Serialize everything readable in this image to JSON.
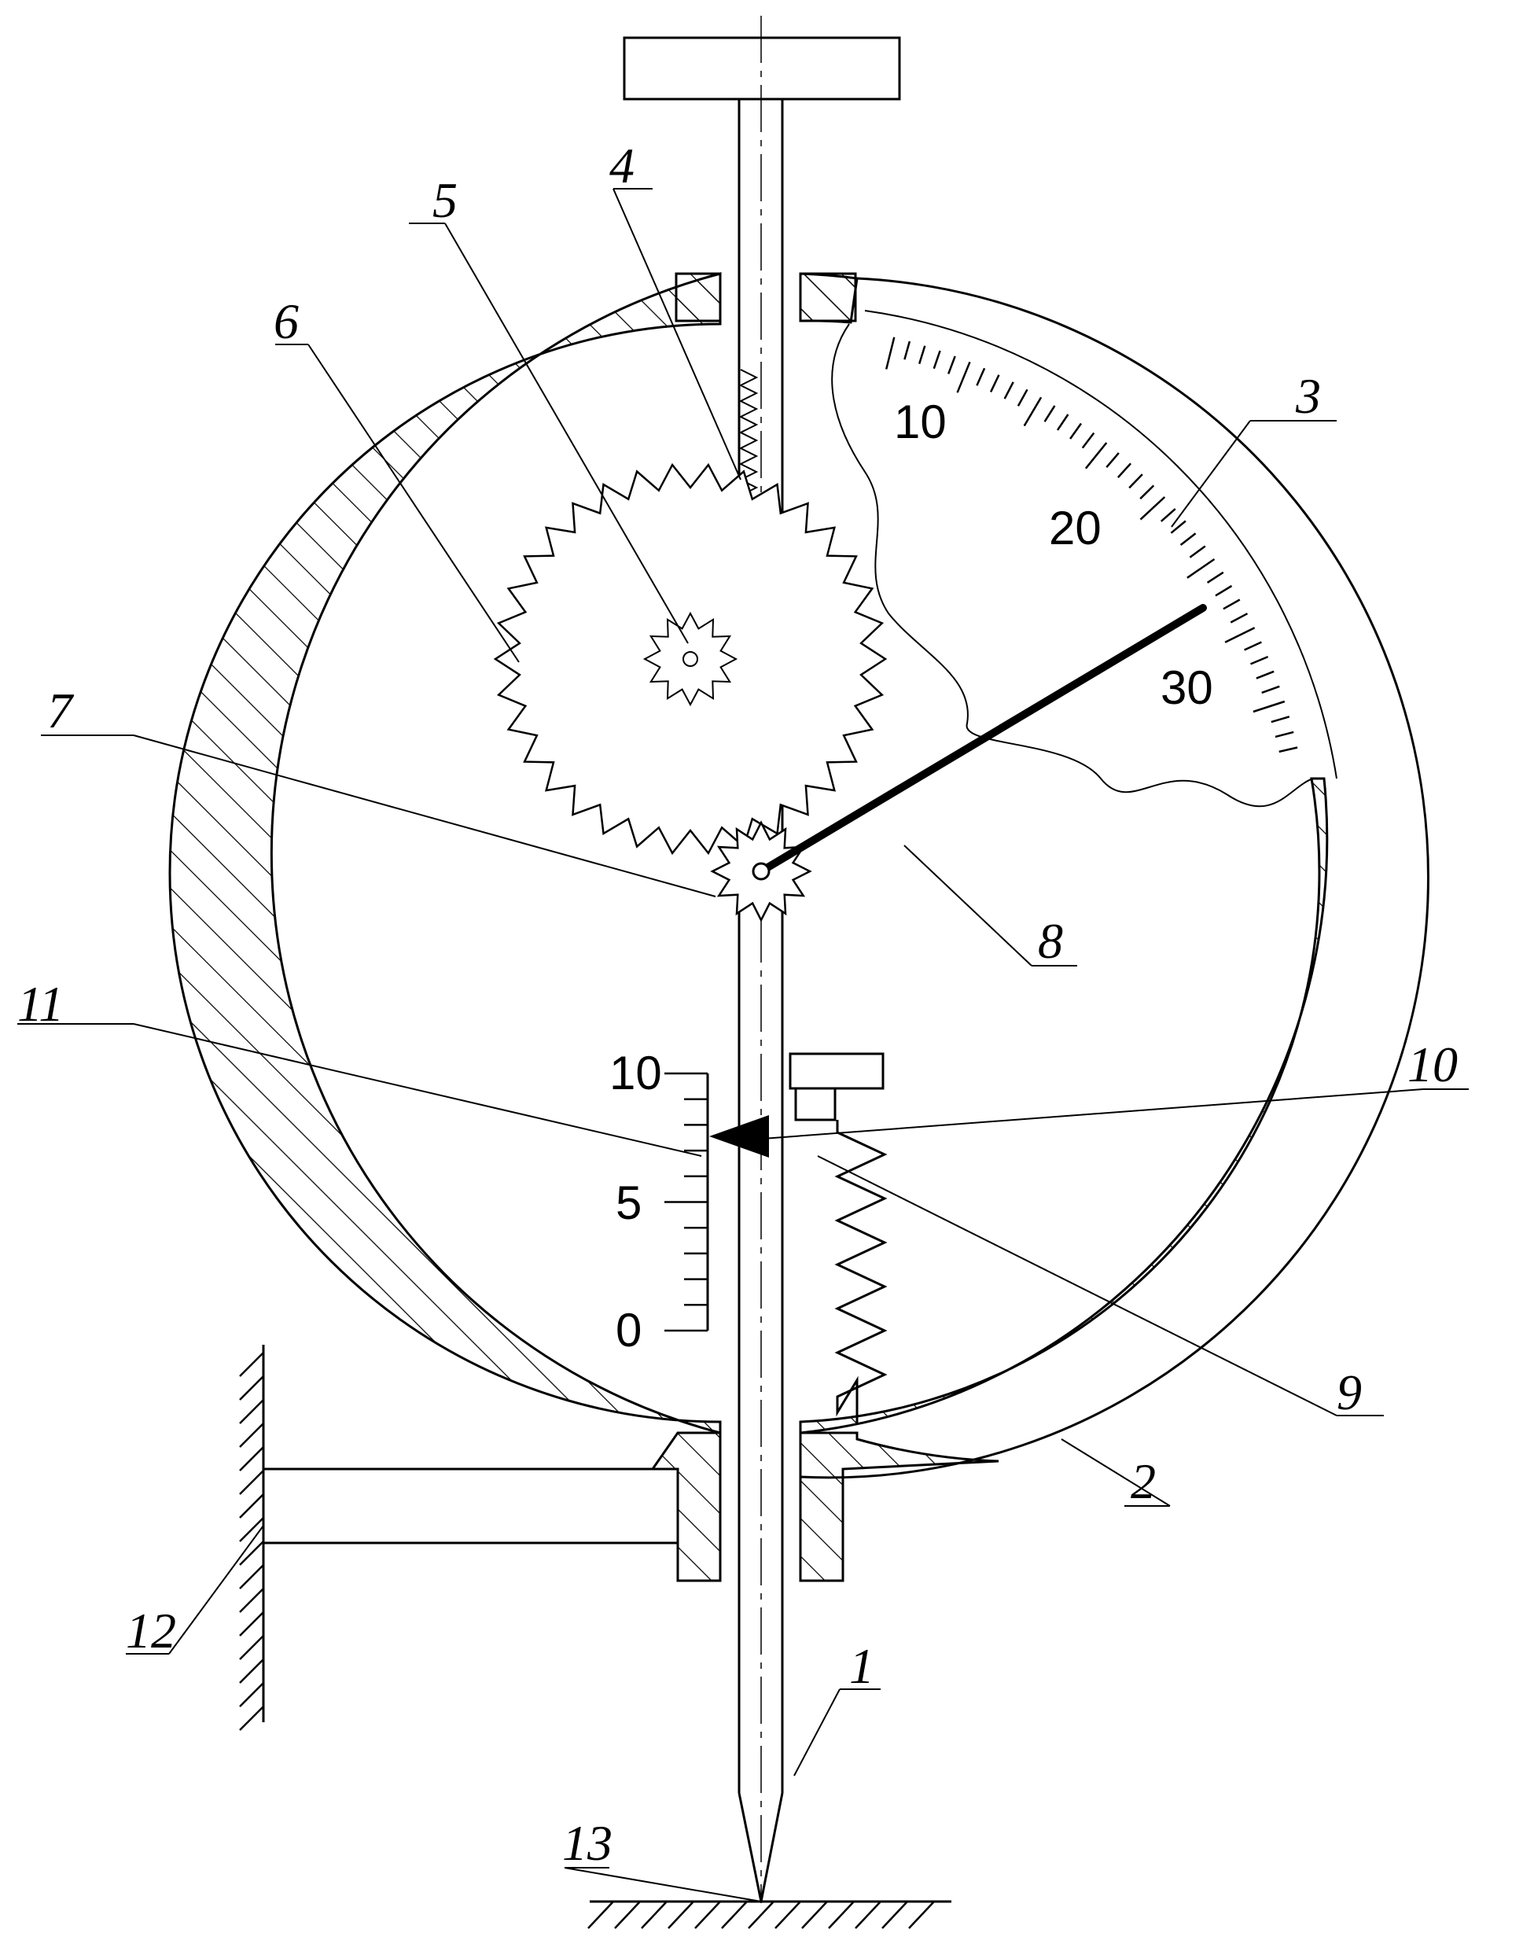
{
  "reference_numerals": [
    "1",
    "2",
    "3",
    "4",
    "5",
    "6",
    "7",
    "8",
    "9",
    "10",
    "11",
    "12",
    "13"
  ],
  "dial_scale": {
    "labels": [
      "10",
      "20",
      "30"
    ]
  },
  "linear_scale": {
    "labels": [
      "10",
      "5",
      "0"
    ]
  }
}
